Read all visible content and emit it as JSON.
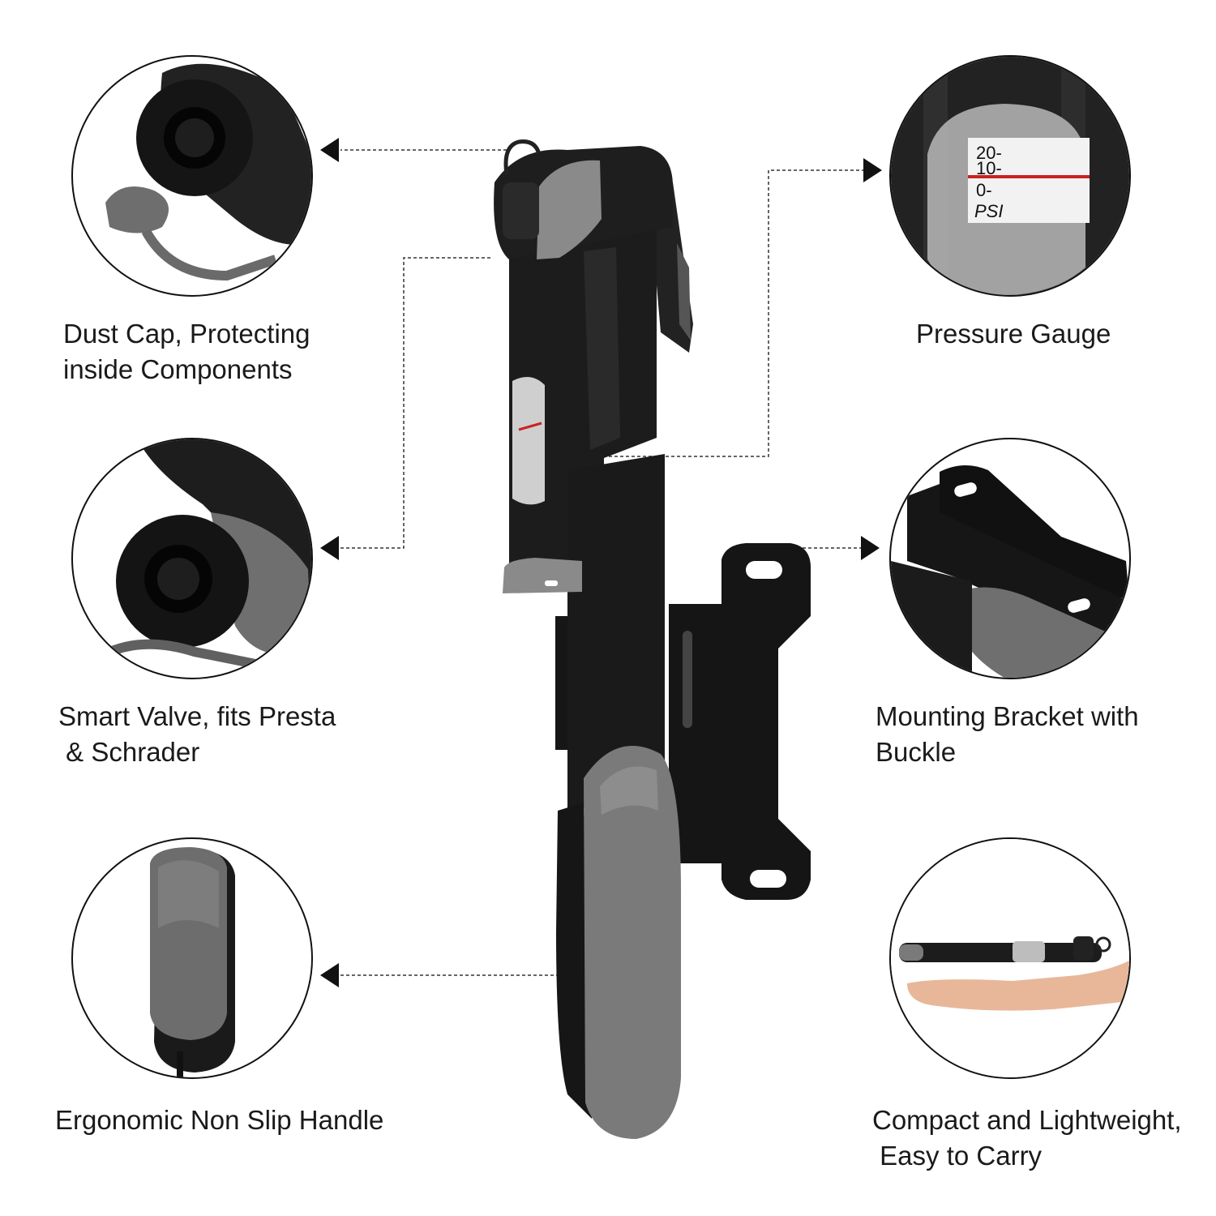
{
  "features": {
    "dust_cap": {
      "line1": "Dust Cap, Protecting",
      "line2": "inside Components"
    },
    "smart_valve": {
      "line1": "Smart Valve, fits Presta",
      "line2": " & Schrader"
    },
    "handle": {
      "line1": "Ergonomic Non Slip Handle"
    },
    "pressure_gauge": {
      "line1": "Pressure Gauge",
      "scale": [
        "20-",
        "10-",
        "0-"
      ],
      "unit": "PSI"
    },
    "bracket": {
      "line1": "Mounting Bracket with",
      "line2": "Buckle"
    },
    "compact": {
      "line1": "Compact and Lightweight,",
      "line2": " Easy to Carry"
    }
  },
  "colors": {
    "pump_body": "#1c1c1c",
    "rubber": "#7a7a7a",
    "outline": "#111111"
  }
}
